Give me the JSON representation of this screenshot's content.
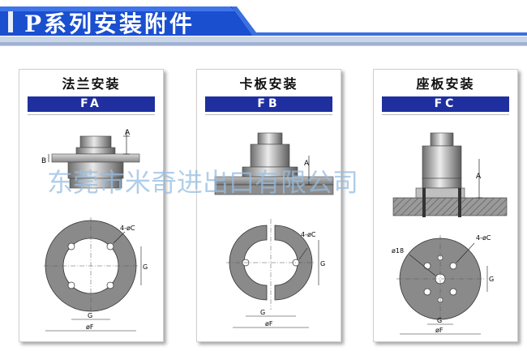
{
  "banner": {
    "title": "P系列安装附件"
  },
  "cards": [
    {
      "title": "法兰安装",
      "code": "FA",
      "labels": {
        "a": "A",
        "b": "B",
        "holes": "4-øC",
        "g_side": "G",
        "g_bottom": "G",
        "f": "øF"
      }
    },
    {
      "title": "卡板安装",
      "code": "FB",
      "labels": {
        "a": "A",
        "holes": "4-øC",
        "g_side": "G",
        "g_bottom": "G",
        "f": "øF"
      }
    },
    {
      "title": "座板安装",
      "code": "FC",
      "labels": {
        "a": "A",
        "d18": "ø18",
        "holes": "4-øC",
        "g_side": "G",
        "g_bottom": "G",
        "f": "øF"
      }
    }
  ],
  "watermark": "东莞市米奇进出口有限公司",
  "colors": {
    "banner_blue": "#1a4fd0",
    "code_blue": "#1f2fa0",
    "watermark": "#96bee1"
  }
}
